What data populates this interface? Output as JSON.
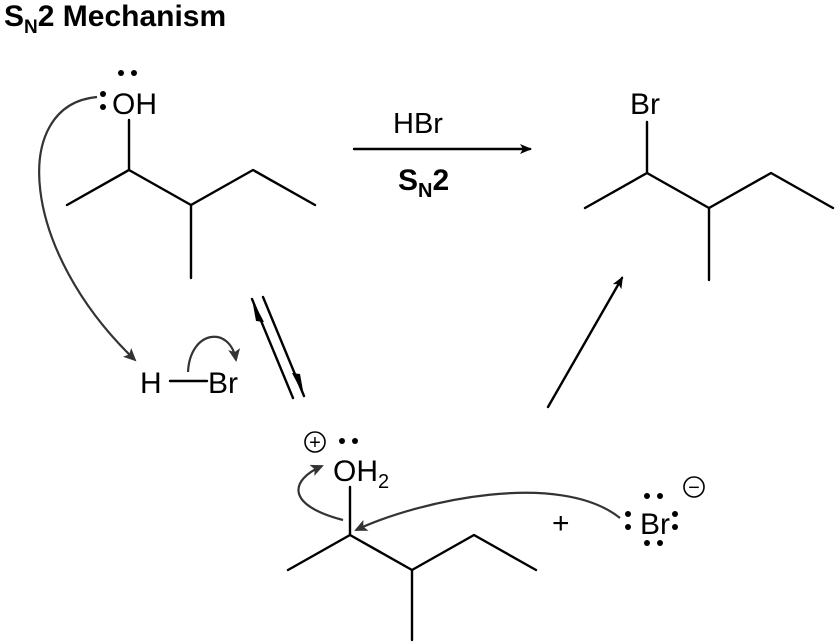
{
  "title": {
    "main": "S",
    "sub": "N",
    "rest": "2 Mechanism"
  },
  "reactant": {
    "group": "OH"
  },
  "reagent": {
    "formula": "HBr",
    "condition_main": "S",
    "condition_sub": "N",
    "condition_rest": "2"
  },
  "product": {
    "group": "Br"
  },
  "acid": {
    "h": "H",
    "br": "Br"
  },
  "intermediate": {
    "group": "OH",
    "group_sub": "2",
    "charge": "+"
  },
  "plus_sign": "+",
  "nucleophile": {
    "symbol": "Br",
    "charge": "−"
  },
  "colors": {
    "ink": "#000000",
    "arrow": "#333333"
  }
}
